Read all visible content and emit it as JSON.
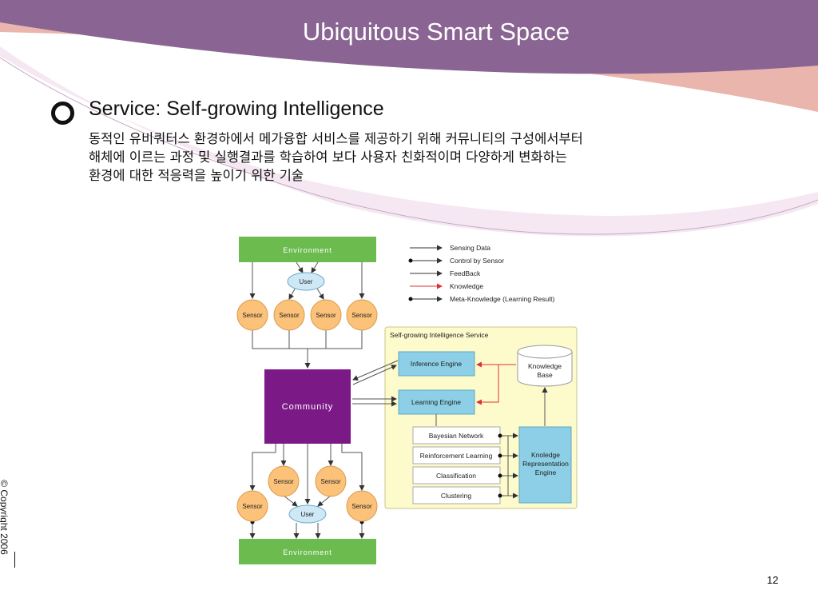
{
  "slide": {
    "title": "Ubiquitous Smart Space",
    "heading": "Service: Self-growing Intelligence",
    "description_lines": [
      "동적인 유비쿼터스 환경하에서 메가융합 서비스를 제공하기 위해 커뮤니티의 구성에서부터",
      "해체에 이르는 과정 및 실행결과를 학습하여 보다 사용자 친화적이며 다양하게 변화하는",
      "환경에 대한 적응력을 높이기 위한 기술"
    ],
    "copyright": "© Copyright 2006",
    "page_number": "12"
  },
  "colors": {
    "header_purple": "#8a6492",
    "header_pink": "#e9b5ad",
    "env_green": "#6cbb4f",
    "sensor_orange": "#fcc27a",
    "user_blue": "#cfe8f5",
    "community_purple": "#7b1a87",
    "service_yellow": "#fdfbcc",
    "engine_blue": "#8ccfe6",
    "knowledge_red": "#e03030"
  },
  "diagram": {
    "environment_top": "Environment",
    "environment_bottom": "Environment",
    "user": "User",
    "sensor": "Sensor",
    "community": "Community",
    "service_title": "Self-growing Intelligence Service",
    "inference_engine": "Inference Engine",
    "learning_engine": "Learning Engine",
    "knowledge_base_line1": "Knowledge",
    "knowledge_base_line2": "Base",
    "algorithms": [
      "Bayesian Network",
      "Reinforcement Learning",
      "Classification",
      "Clustering"
    ],
    "kre_lines": [
      "Knoledge",
      "Representation",
      "Engine"
    ],
    "legend": [
      "Sensing Data",
      "Control by Sensor",
      "FeedBack",
      "Knowledge",
      "Meta-Knowledge (Learning Result)"
    ]
  }
}
